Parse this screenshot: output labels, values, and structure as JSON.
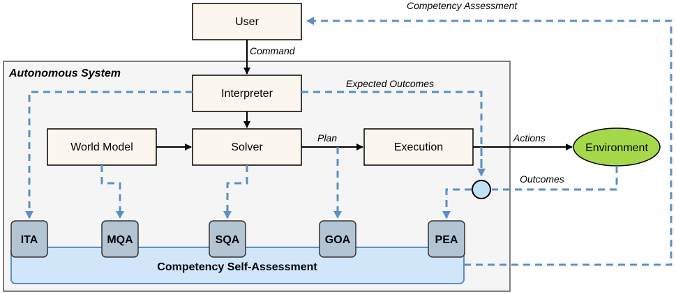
{
  "container": {
    "title": "Autonomous System"
  },
  "nodes": {
    "user": "User",
    "interpreter": "Interpreter",
    "world_model": "World Model",
    "solver": "Solver",
    "execution": "Execution",
    "environment": "Environment"
  },
  "assessment": {
    "title": "Competency Self-Assessment",
    "modules": [
      "ITA",
      "MQA",
      "SQA",
      "GOA",
      "PEA"
    ]
  },
  "edge_labels": {
    "command": "Command",
    "plan": "Plan",
    "actions": "Actions",
    "outcomes": "Outcomes",
    "expected_outcomes": "Expected Outcomes",
    "competency_assessment": "Competency Assessment"
  },
  "colors": {
    "process_fill": "#fcf7ee",
    "container_fill": "#f5f5f5",
    "environment_fill": "#a6d94a",
    "assessment_fill": "#d2e6fa",
    "module_fill": "#b3c5d3",
    "dashed_line": "#5b8fc7",
    "comparator_fill": "#bfe0f5"
  }
}
